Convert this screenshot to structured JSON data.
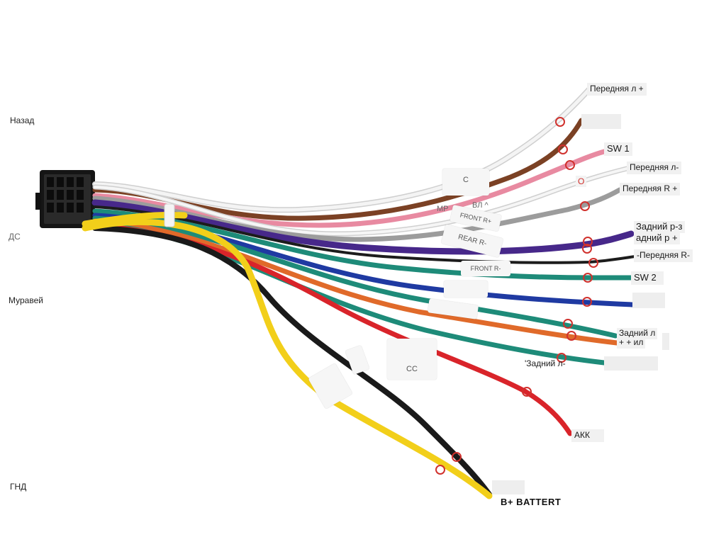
{
  "left_labels": {
    "back": "Назад",
    "ds": "ДС",
    "ant": "Муравей",
    "gnd": "ГНД"
  },
  "wire_labels": {
    "front_l_plus": "Передняя л +",
    "sw1": "SW 1",
    "front_l_minus": "Передняя л-",
    "o": "О",
    "front_r_plus": "Передняя R +",
    "rear_r_line1": "Задний р-з",
    "rear_r_line2": "адний р +",
    "front_r_minus": "-Передняя R-",
    "sw2": "SW 2",
    "rear_l_line1": "Задний л",
    "rear_l_line2": "+ + ил",
    "rear_l_minus": "'Задний л-",
    "acc": "АКК",
    "battery": "B+ BATTERT"
  },
  "sleeve_labels": {
    "c": "С",
    "mp": "МР",
    "vl": "ВЛ ^",
    "front_r_sleeve": "FRONT R+",
    "rear_r_sleeve": "REAR R-",
    "front_r_minus_sleeve": "FRONT R-",
    "cc": "СС"
  },
  "colors": {
    "white": "#f2f2f2",
    "brown": "#8a4a2a",
    "pink": "#e98aa0",
    "gray": "#9a9a9a",
    "purple": "#4a2a88",
    "black": "#1c1c1c",
    "teal": "#1f8a78",
    "blue": "#1e3aa0",
    "orange": "#e06a2a",
    "red": "#d9242a",
    "yellow": "#f2cf1a",
    "marker": "#d0312d"
  }
}
